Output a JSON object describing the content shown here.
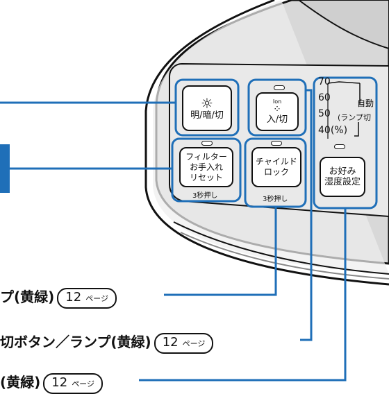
{
  "panel": {
    "light_button": {
      "label": "明/暗/切"
    },
    "ion_button": {
      "icon_caption": "Ion",
      "label": "入/切"
    },
    "filter_button": {
      "label": "フィルター\nお手入れ\nリセット",
      "hold_note": "3秒押し"
    },
    "child_lock_button": {
      "label": "チャイルド\nロック",
      "hold_note": "3秒押し"
    },
    "humidity_scale": {
      "levels": [
        "70",
        "60",
        "50",
        "40(%)"
      ],
      "auto_label": "自動",
      "auto_note": "(ランプ切"
    },
    "humidity_button": {
      "label": "お好み\n湿度設定"
    }
  },
  "callouts": [
    {
      "text": "プ(黄緑)",
      "page": "12",
      "page_unit": "ページ"
    },
    {
      "text": "切ボタン／ランプ(黄緑)",
      "page": "12",
      "page_unit": "ページ"
    },
    {
      "text": "(黄緑)",
      "page": "12",
      "page_unit": "ページ"
    }
  ],
  "colors": {
    "accent_blue": "#1f6fb8",
    "panel_gray": "#e6e6e6",
    "body_gray": "#c9c9c9",
    "outline": "#111111"
  }
}
